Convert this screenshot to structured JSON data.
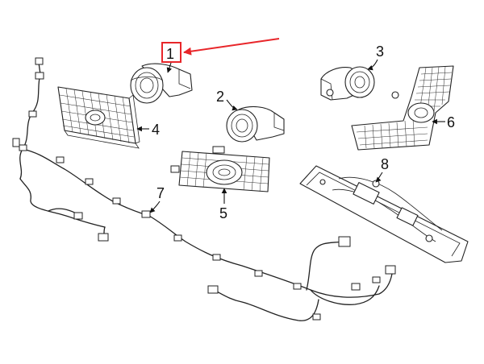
{
  "diagram": {
    "highlight_color": "#e8262a",
    "line_color": "#222222",
    "background": "#ffffff",
    "callouts": [
      {
        "id": "1",
        "label": "1",
        "highlighted": true
      },
      {
        "id": "2",
        "label": "2"
      },
      {
        "id": "3",
        "label": "3"
      },
      {
        "id": "4",
        "label": "4"
      },
      {
        "id": "5",
        "label": "5"
      },
      {
        "id": "6",
        "label": "6"
      },
      {
        "id": "7",
        "label": "7"
      },
      {
        "id": "8",
        "label": "8"
      }
    ]
  }
}
